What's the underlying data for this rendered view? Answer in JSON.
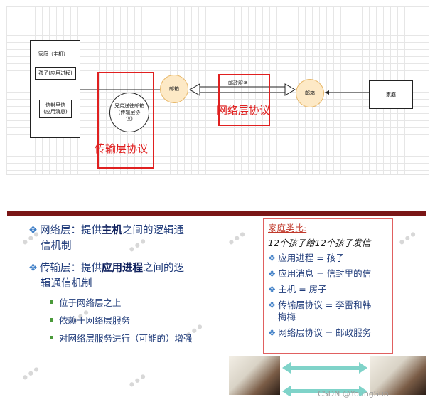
{
  "diagram": {
    "home_host": "家庭（主机）",
    "child_process": "孩子(应用进程)",
    "letter_message": "信封里信\n(应用消息)",
    "transport_circle": "兄弟送往邮箱\n(传输层协\n议)",
    "mailbox_left": "邮箱",
    "postal_service": "邮政服务",
    "mailbox_right": "邮箱",
    "home_right": "家庭",
    "network_label": "网络层协议",
    "transport_label": "传输层协议"
  },
  "slide": {
    "b1_pre": "网络层：提供",
    "b1_bold": "主机",
    "b1_post1": "之间的逻辑通",
    "b1_post2": "信机制",
    "b2_pre": "传输层：提供",
    "b2_bold": "应用进程",
    "b2_post1": "之间的逻",
    "b2_post2": "辑通信机制",
    "sub1": "位于网络层之上",
    "sub2": "依赖于网络层服务",
    "sub3": "对网络层服务进行（可能的）增强",
    "analogy_title": "家庭类比:",
    "analogy_sub": "12个孩子给12个孩子发信",
    "a1": "应用进程 = 孩子",
    "a2": "应用消息 = 信封里的信",
    "a3": "主机 = 房子",
    "a4a": "传输层协议 = 李雷和韩",
    "a4b": "梅梅",
    "a5": "网络层协议 = 邮政服务",
    "watermark": "CSDN @YoungSun"
  },
  "colors": {
    "accent_red": "#e02020",
    "slide_bar": "#7a1616",
    "text_blue": "#1f3b7a"
  }
}
